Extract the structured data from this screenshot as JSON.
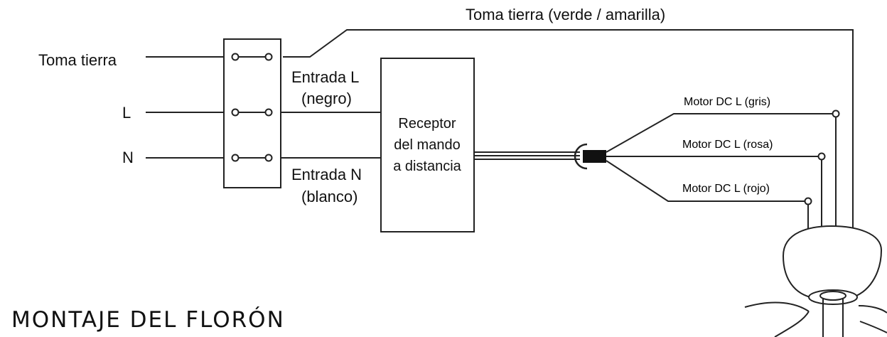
{
  "labels": {
    "ground_line": "Toma tierra (verde / amarilla)",
    "input_ground": "Toma tierra",
    "input_l": "L",
    "input_n": "N",
    "entrada_l_line1": "Entrada L",
    "entrada_l_line2": "(negro)",
    "entrada_n_line1": "Entrada N",
    "entrada_n_line2": "(blanco)",
    "receiver_line1": "Receptor",
    "receiver_line2": "del mando",
    "receiver_line3": "a distancia",
    "motor_gris": "Motor DC L (gris)",
    "motor_rosa": "Motor DC L (rosa)",
    "motor_rojo": "Motor DC L (rojo)"
  },
  "heading": "MONTAJE DEL FLORÓN"
}
